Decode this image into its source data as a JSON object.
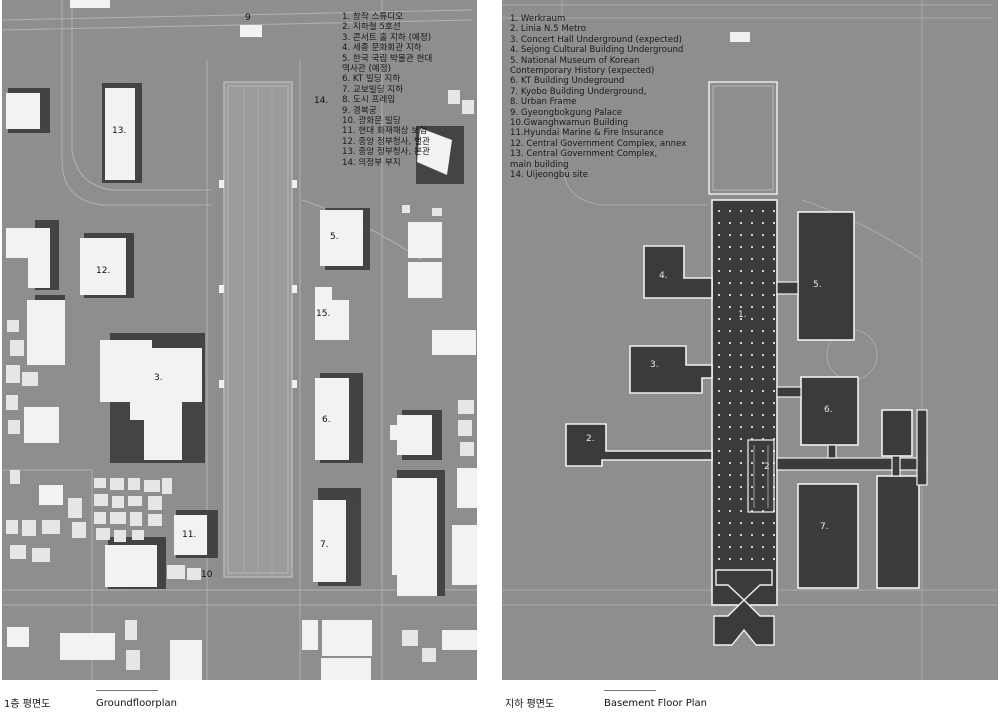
{
  "ground_plan": {
    "legend": [
      "1. 창작 스튜디오",
      "2. 지하철 5호선",
      "3. 콘서트 홀 지하 (예정)",
      "4. 세종 문화회관 지하",
      "5. 한국 국립 박물관 현대",
      "    역사관 (예정)",
      "6. KT 빌딩 지하",
      "7. 교보빌딩 지하",
      "8. 도시 프레임",
      "9. 경복궁",
      "10. 광화문 빌딩",
      "11. 현대 화재해상 보험",
      "12. 중앙 정부청사, 별관",
      "13. 중앙 정부청사, 본관",
      "14. 의정부 부지"
    ],
    "markers": [
      "13.",
      "12.",
      "3.",
      "5.",
      "15.",
      "6.",
      "7.",
      "11.",
      "10",
      "9",
      "14."
    ]
  },
  "basement_plan": {
    "legend": [
      "1. Werkraum",
      "2. Linia N.5 Metro",
      "3. Concert Hall Underground (expected)",
      "4. Sejong Cultural Building Underground",
      "5. National Museum of Korean",
      "    Contemporary History (expected)",
      "6. KT Building Undeground",
      "7. Kyobo Building Underground,",
      "8. Urban Frame",
      "9. Gyeongbokgung Palace",
      "10.Gwanghwamun Building",
      "11.Hyundai Marine & Fire Insurance",
      "12. Central Government Complex, annex",
      "13. Central Government Complex,",
      "     main building",
      "14. Uijeongbu site"
    ],
    "markers": [
      "1.",
      "2.",
      "2",
      "3.",
      "4.",
      "5.",
      "6.",
      "7."
    ]
  },
  "captions": {
    "left_ko": "1층 평면도",
    "left_en": "Groundfloorplan",
    "right_ko": "지하 평면도",
    "right_en": "Basement Floor Plan"
  }
}
